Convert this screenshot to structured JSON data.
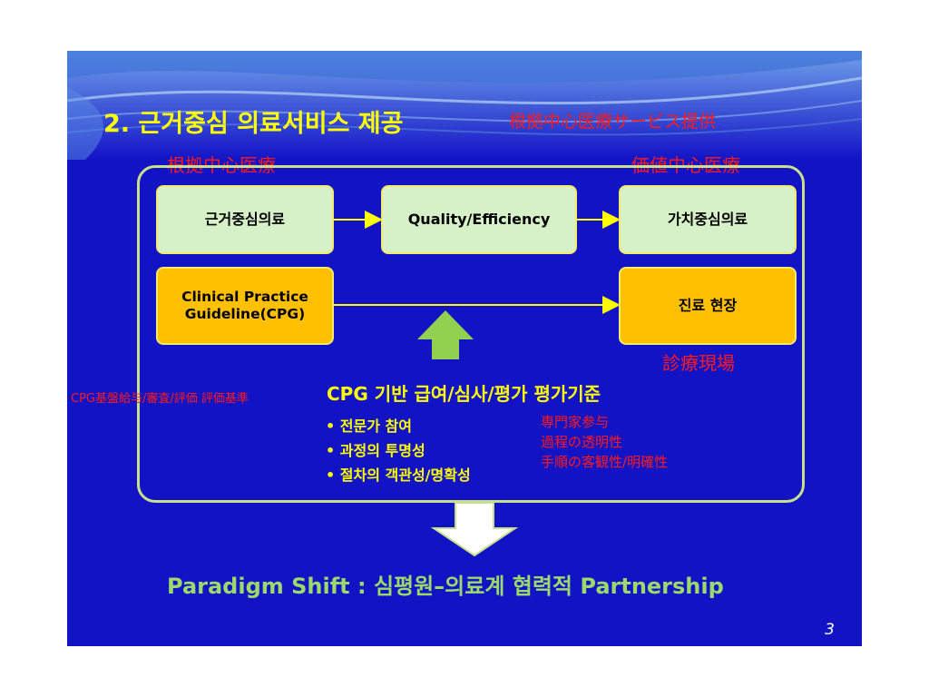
{
  "slide": {
    "title": "2. 근거중심 의료서비스 제공",
    "title_jp": "根拠中心医療サービス提供",
    "label_left_jp": "根拠中心医療",
    "label_right_jp": "価値中心医療",
    "box_evidence": "근거중심의료",
    "box_quality": "Quality/Efficiency",
    "box_value": "가치중심의료",
    "box_cpg_line1": "Clinical Practice",
    "box_cpg_line2": "Guideline(CPG)",
    "box_clinic": "진료 현장",
    "clinic_jp": "診療現場",
    "cpg_line": "CPG 기반 급여/심사/평가 평가기준",
    "cpg_line_jp": "CPG基盤給与/審査/評価  評価基準",
    "bullets": [
      "• 전문가 참여",
      "• 과정의 투명성",
      "• 절차의 객관성/명확성"
    ],
    "bullets_jp": [
      "専門家参与",
      "過程の透明性",
      "手順の客観性/明確性"
    ],
    "bottom_text": "Paradigm Shift : 심평원–의료계 협력적 Partnership",
    "page_number": "3"
  },
  "colors": {
    "background": "#1313c6",
    "title": "#ffff00",
    "japanese": "#ff1a1a",
    "frame": "#c6e08c",
    "green_box": "#d6f0c8",
    "orange_box": "#ffc000",
    "bottom_text": "#9bd96a"
  }
}
